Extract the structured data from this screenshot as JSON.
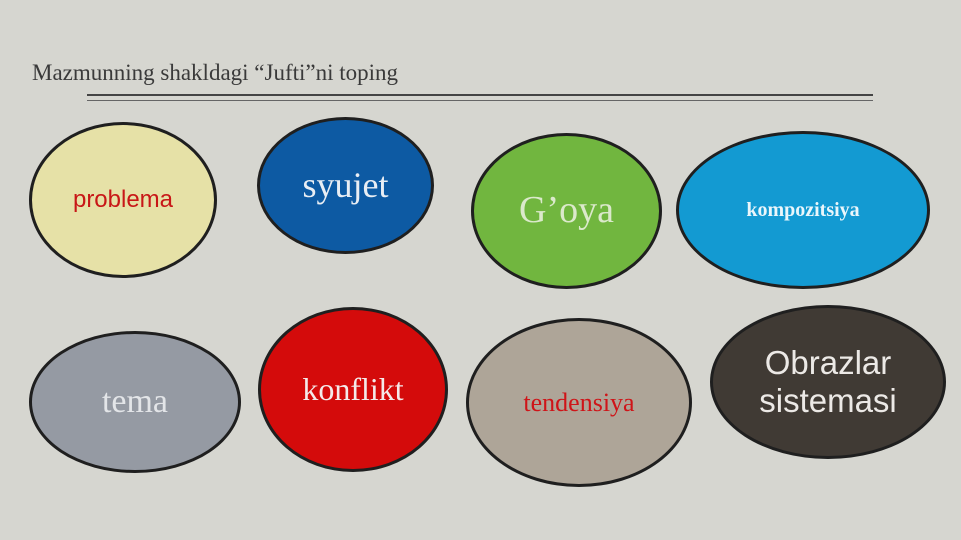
{
  "slide": {
    "title": "Mazmunning shakldagi “Jufti”ni toping"
  },
  "ovals": [
    {
      "label": "problema",
      "fill": "#e6e1a7",
      "text_color": "#c81717"
    },
    {
      "label": "syujet",
      "fill": "#0d5aa3",
      "text_color": "#e9eef4"
    },
    {
      "label": "G’oya",
      "fill": "#71b63f",
      "text_color": "#dbe9cb"
    },
    {
      "label": "kompozitsiya",
      "fill": "#139ad2",
      "text_color": "#eaf6fb"
    },
    {
      "label": "tema",
      "fill": "#959aa3",
      "text_color": "#e3e5e8"
    },
    {
      "label": "konflikt",
      "fill": "#d40b0b",
      "text_color": "#f4eaea"
    },
    {
      "label": "tendensiya",
      "fill": "#aea598",
      "text_color": "#cf1418"
    },
    {
      "label": "Obrazlar sistemasi",
      "fill": "#403a34",
      "text_color": "#ece9e6"
    }
  ]
}
